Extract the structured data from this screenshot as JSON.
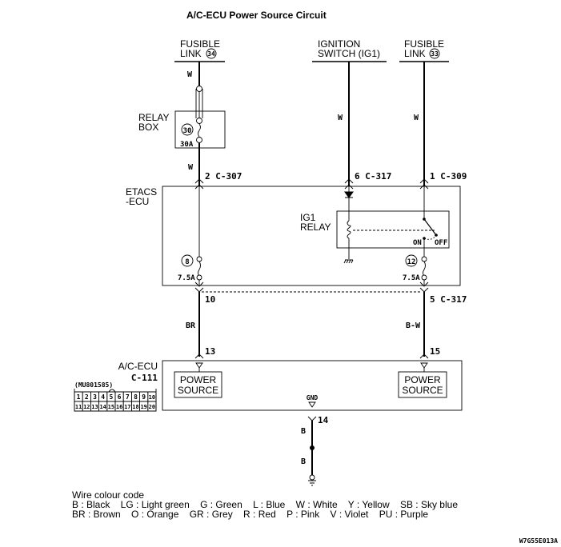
{
  "title": "A/C-ECU Power Source Circuit",
  "sources": {
    "fusible_link_34": {
      "line1": "FUSIBLE",
      "line2": "LINK",
      "number": "34"
    },
    "ignition_switch": {
      "line1": "IGNITION",
      "line2": "SWITCH (IG1)"
    },
    "fusible_link_33": {
      "line1": "FUSIBLE",
      "line2": "LINK",
      "number": "33"
    }
  },
  "wire_colors": {
    "left_upper": "W",
    "left_mid": "W",
    "ignition": "W",
    "right_upper": "W",
    "left_lower": "BR",
    "right_lower": "B-W",
    "gnd_upper": "B",
    "gnd_lower": "B"
  },
  "relay_box": {
    "label_line1": "RELAY",
    "label_line2": "BOX",
    "fuse_number": "30",
    "fuse_rating": "30A"
  },
  "connectors": {
    "c307": "2 C-307",
    "c317_top": "6 C-317",
    "c309": "1 C-309",
    "pin10": "10",
    "c317_bottom": "5 C-317",
    "pin13": "13",
    "pin15": "15",
    "pin14": "14"
  },
  "etacs": {
    "label_line1": "ETACS",
    "label_line2": "-ECU",
    "relay_line1": "IG1",
    "relay_line2": "RELAY",
    "switch_on": "ON",
    "switch_off": "OFF",
    "fuse_left_number": "8",
    "fuse_left_rating": "7.5A",
    "fuse_right_number": "12",
    "fuse_right_rating": "7.5A"
  },
  "ac_ecu": {
    "label": "A/C-ECU",
    "connector": "C-111",
    "part_number": "(MU801585)",
    "pins_row1": [
      "1",
      "2",
      "3",
      "4",
      "5",
      "6",
      "7",
      "8",
      "9",
      "10"
    ],
    "pins_row2": [
      "11",
      "12",
      "13",
      "14",
      "15",
      "16",
      "17",
      "18",
      "19",
      "20"
    ],
    "power_left_line1": "POWER",
    "power_left_line2": "SOURCE",
    "power_right_line1": "POWER",
    "power_right_line2": "SOURCE",
    "gnd_label": "GND"
  },
  "legend": {
    "heading": "Wire colour code",
    "row1": "B : Black    LG : Light green    G : Green    L : Blue    W : White    Y : Yellow    SB : Sky blue",
    "row2": "BR : Brown    O : Orange    GR : Grey    R : Red    P : Pink    V : Violet    PU : Purple"
  },
  "figure_code": "W7G55E013A"
}
